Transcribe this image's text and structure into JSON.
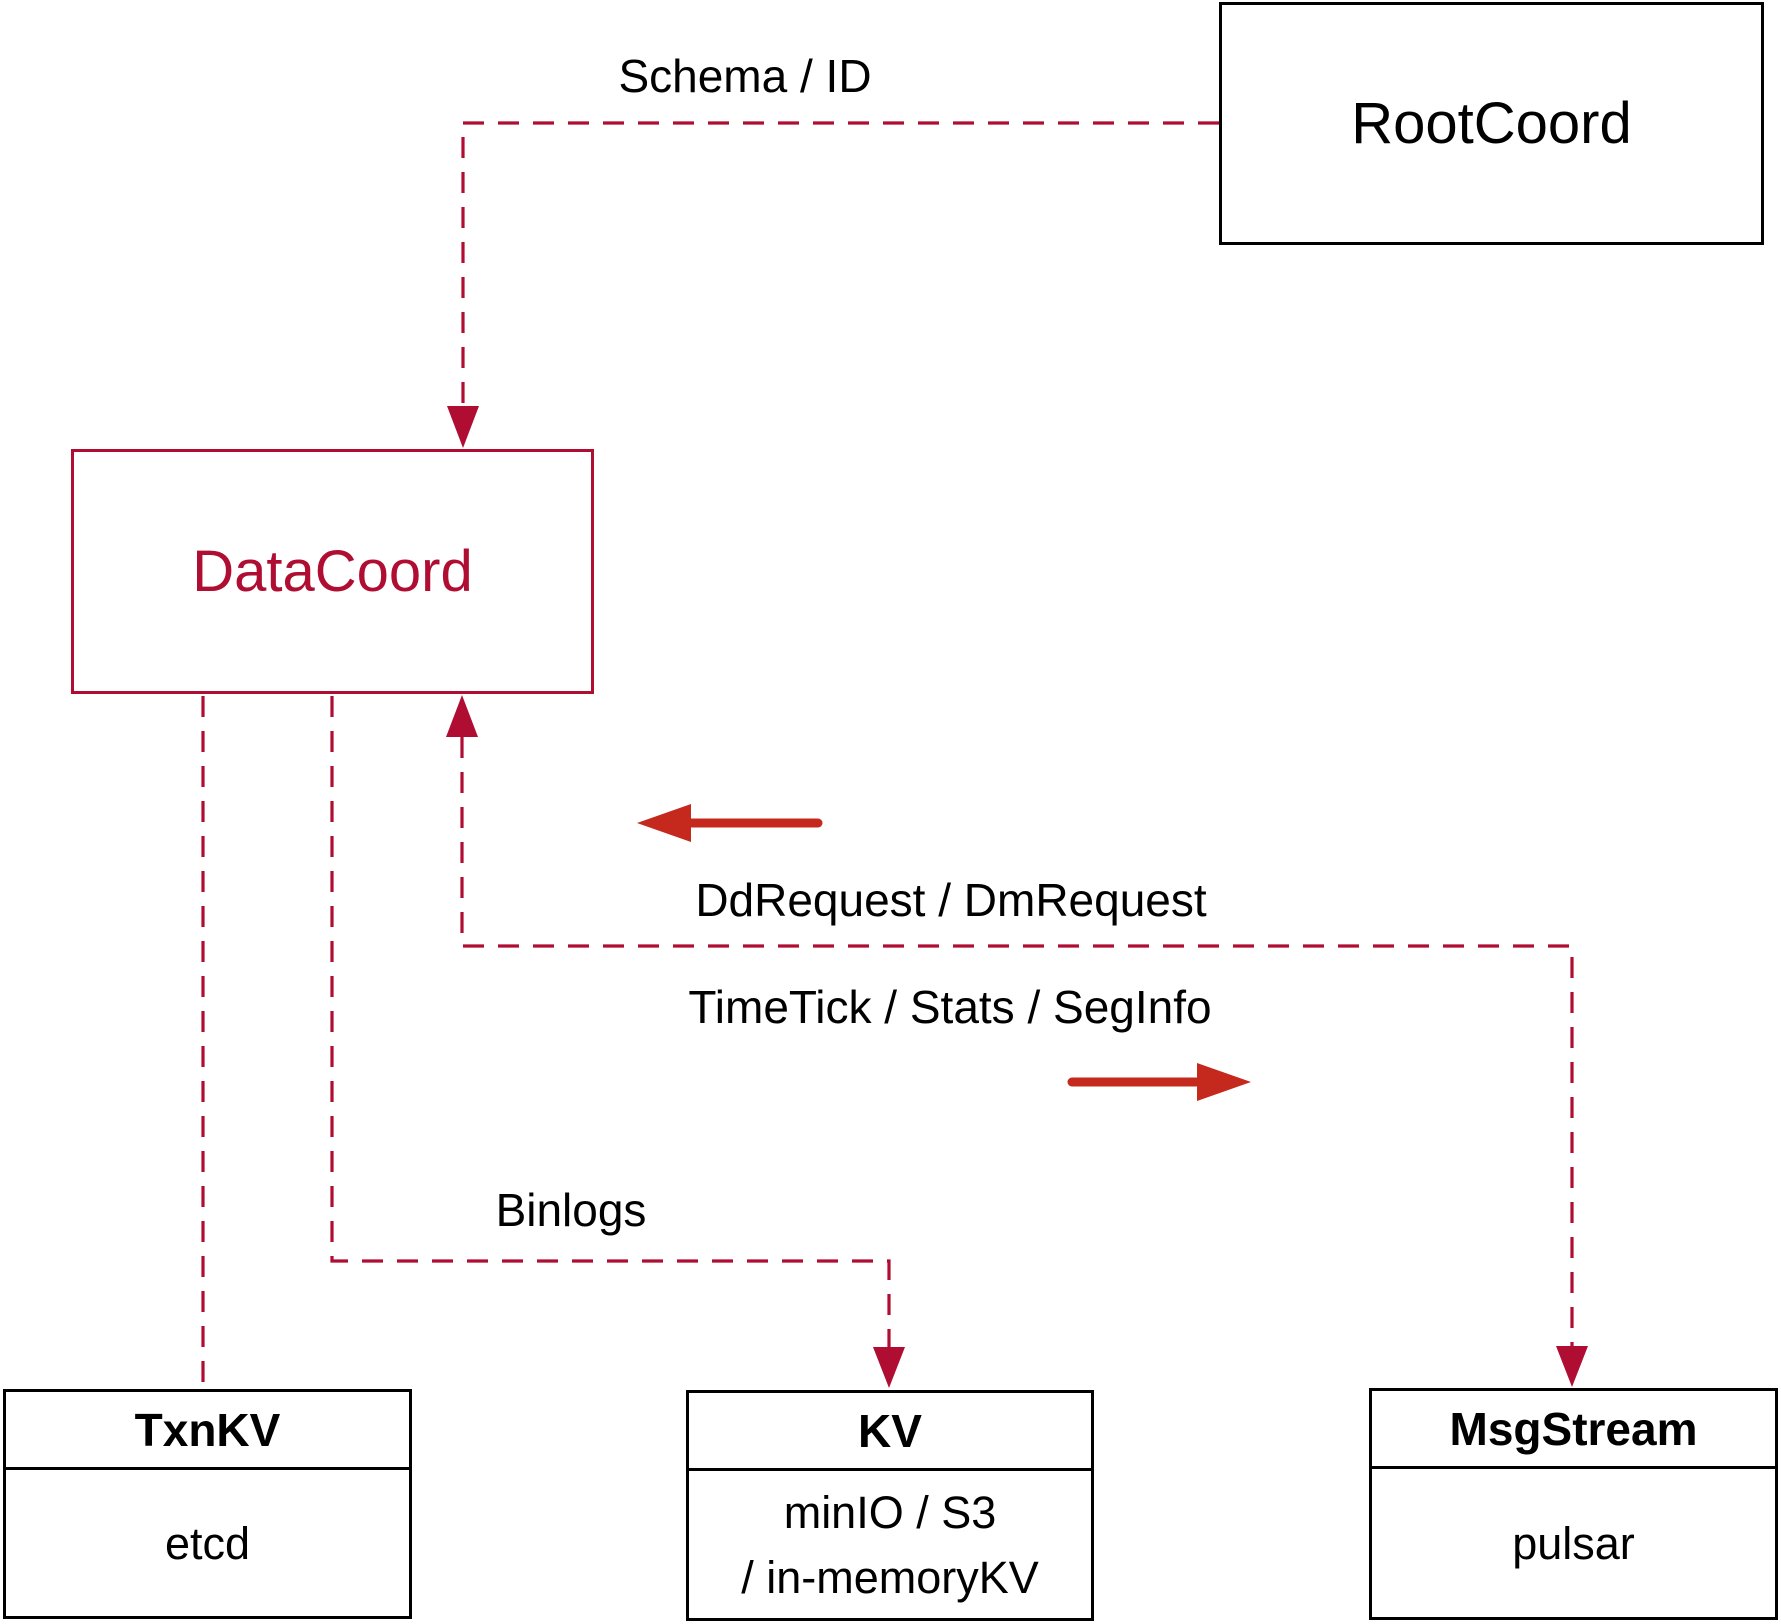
{
  "colors": {
    "line_red": "#B00D33",
    "arrow_red": "#C5281C",
    "box_black": "#000000"
  },
  "nodes": {
    "root_coord": {
      "label": "RootCoord"
    },
    "data_coord": {
      "label": "DataCoord"
    },
    "txn_kv": {
      "title": "TxnKV",
      "body": "etcd"
    },
    "kv": {
      "title": "KV",
      "body_line1": "minIO / S3",
      "body_line2": "/ in-memoryKV"
    },
    "msg_stream": {
      "title": "MsgStream",
      "body": "pulsar"
    }
  },
  "edges": {
    "schema_id_label": "Schema / ID",
    "dd_dm_label": "DdRequest / DmRequest",
    "timetick_label": "TimeTick / Stats / SegInfo",
    "binlogs_label": "Binlogs"
  }
}
